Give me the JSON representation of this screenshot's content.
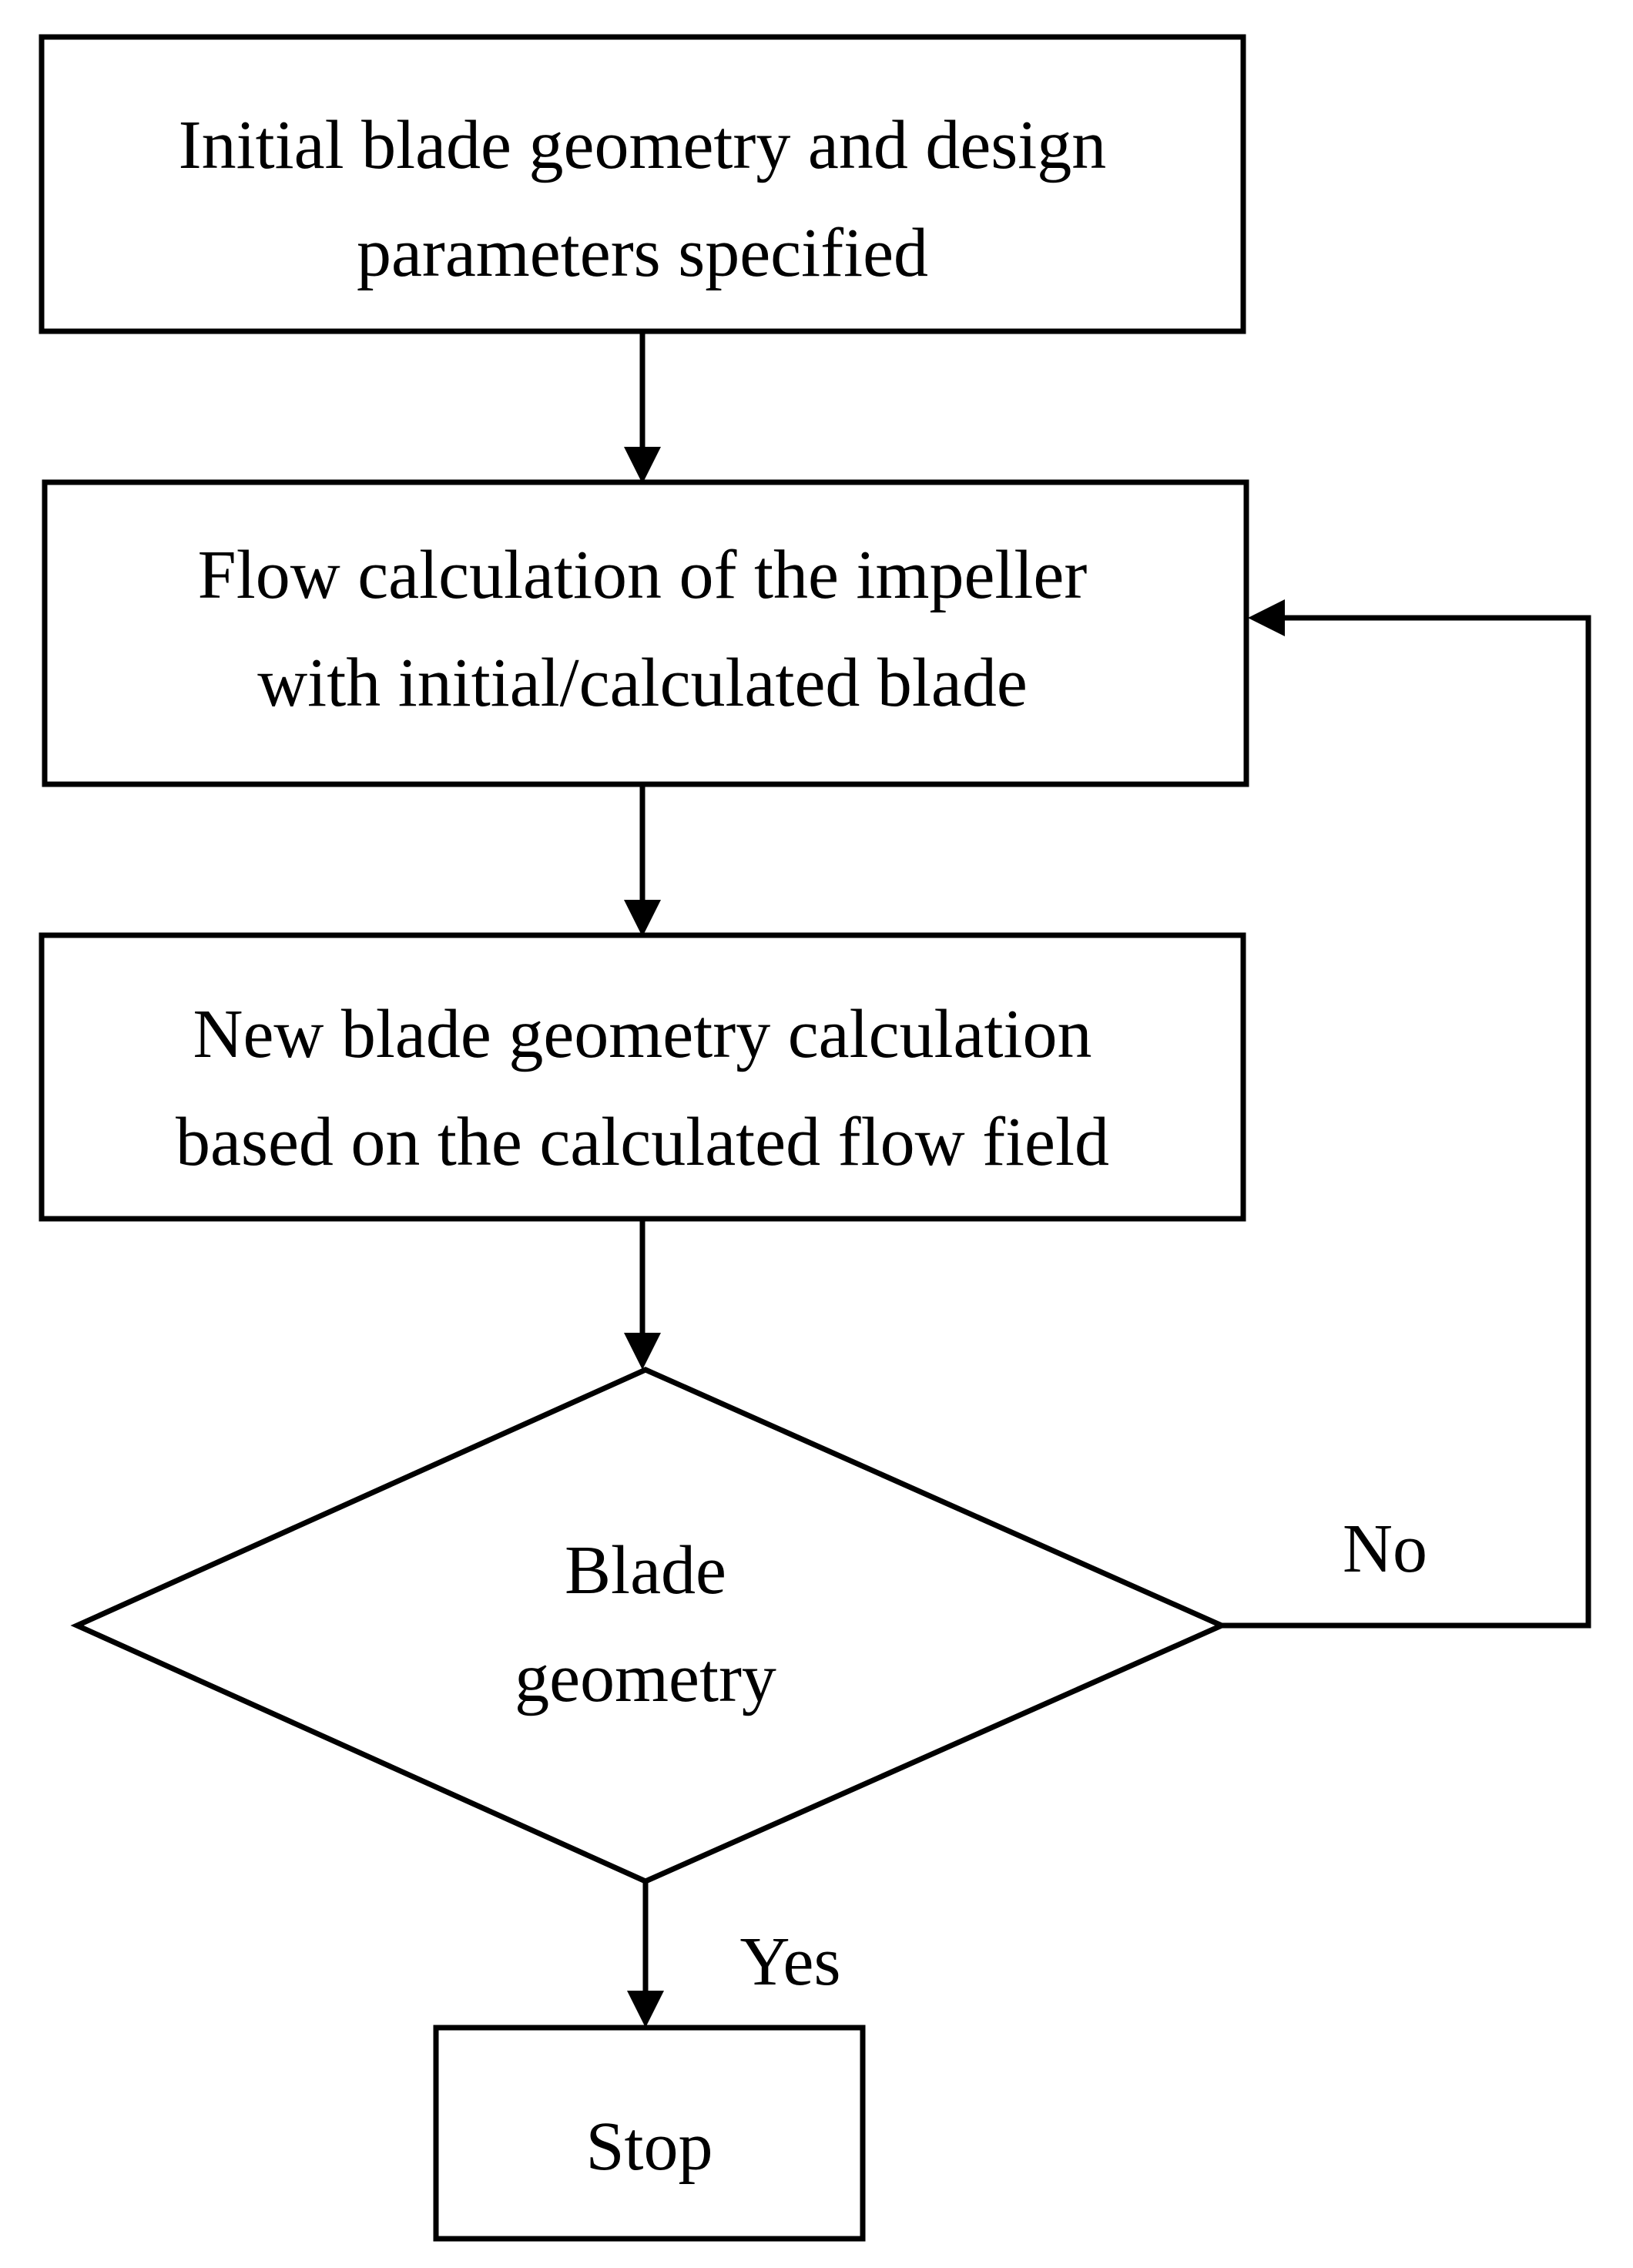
{
  "nodes": {
    "initial": {
      "line1": "Initial blade geometry and design",
      "line2": "parameters specified"
    },
    "flow_calc": {
      "line1": "Flow calculation of the impeller",
      "line2": "with initial/calculated blade"
    },
    "new_geometry": {
      "line1": "New blade geometry calculation",
      "line2": "based on the calculated flow field"
    },
    "decision": {
      "line1": "Blade",
      "line2": "geometry"
    },
    "stop": {
      "label": "Stop"
    }
  },
  "edges": {
    "no_label": "No",
    "yes_label": "Yes"
  }
}
